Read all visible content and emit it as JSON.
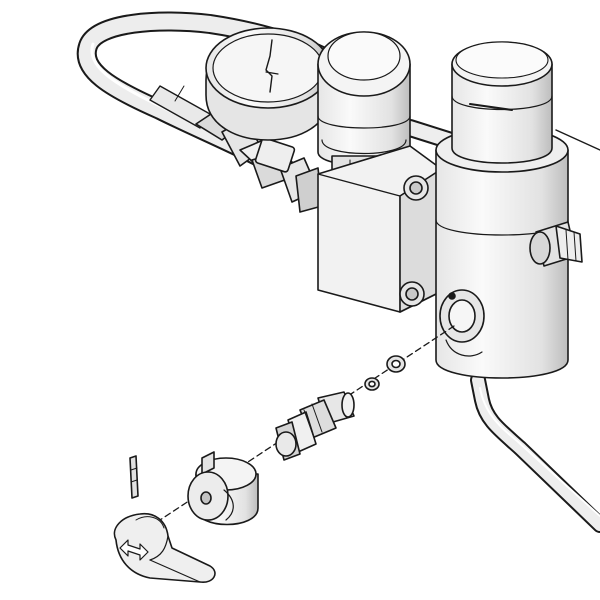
{
  "diagram": {
    "kind": "exploded-assembly-illustration",
    "components": [
      {
        "id": "hose",
        "icon": "hose"
      },
      {
        "id": "pressure-gauge",
        "icon": "gauge"
      },
      {
        "id": "gauge-fitting",
        "icon": "fitting"
      },
      {
        "id": "regulator-cap",
        "icon": "cap"
      },
      {
        "id": "manifold-block",
        "icon": "block"
      },
      {
        "id": "pump-housing",
        "icon": "cylinder"
      },
      {
        "id": "side-fitting",
        "icon": "fitting"
      },
      {
        "id": "outlet-tube",
        "icon": "tube"
      },
      {
        "id": "seal-washer-large",
        "icon": "washer"
      },
      {
        "id": "seal-washer-small",
        "icon": "washer"
      },
      {
        "id": "valve-cartridge",
        "icon": "cartridge"
      },
      {
        "id": "knob-adapter",
        "icon": "adapter"
      },
      {
        "id": "roll-pin",
        "icon": "pin"
      },
      {
        "id": "lever-handle",
        "icon": "lever"
      }
    ],
    "colors": {
      "line": "#1a1a1a",
      "fill": "#f3f3f3",
      "shade": "#d9d9d9",
      "dark": "#b8b8b8",
      "background": "#ffffff"
    }
  }
}
